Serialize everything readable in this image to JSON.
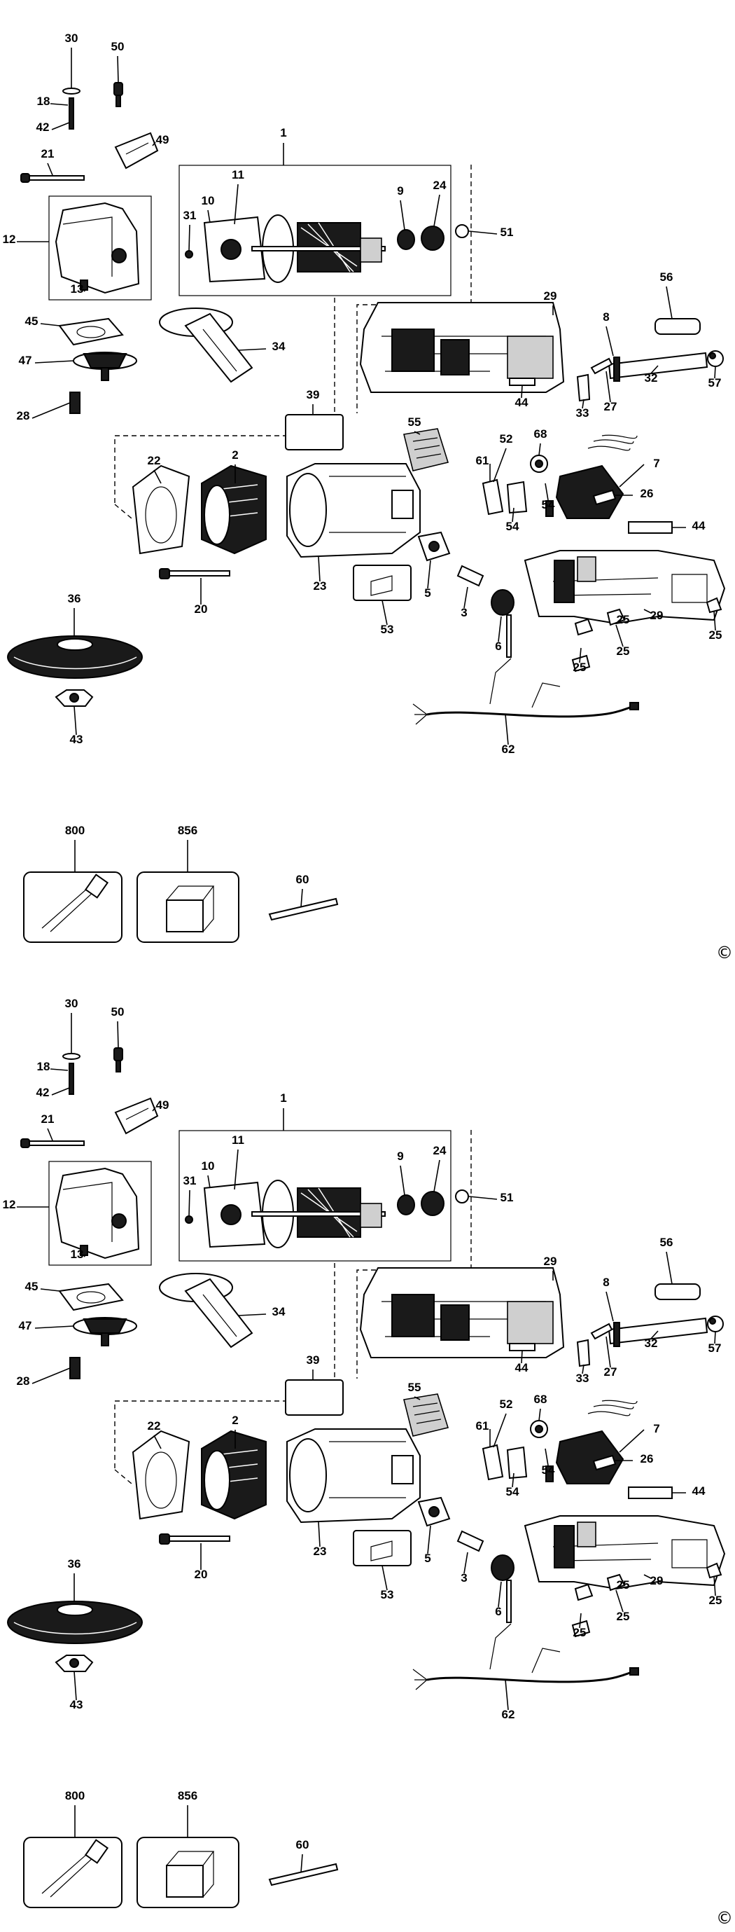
{
  "copyright_symbol": "©",
  "sections": [
    {
      "labels": [
        "1",
        "2",
        "3",
        "5",
        "6",
        "7",
        "8",
        "9",
        "10",
        "11",
        "12",
        "13",
        "18",
        "20",
        "21",
        "22",
        "23",
        "24",
        "25",
        "25",
        "25",
        "25",
        "26",
        "27",
        "28",
        "29",
        "29",
        "30",
        "31",
        "32",
        "33",
        "34",
        "36",
        "39",
        "42",
        "43",
        "44",
        "44",
        "45",
        "47",
        "49",
        "50",
        "51",
        "52",
        "53",
        "54",
        "54",
        "55",
        "56",
        "57",
        "60",
        "61",
        "62",
        "68",
        "800",
        "856"
      ]
    },
    {
      "labels": [
        "1",
        "2",
        "3",
        "5",
        "6",
        "7",
        "8",
        "9",
        "10",
        "11",
        "12",
        "13",
        "18",
        "20",
        "21",
        "22",
        "23",
        "24",
        "25",
        "25",
        "25",
        "25",
        "26",
        "27",
        "28",
        "29",
        "29",
        "30",
        "31",
        "32",
        "33",
        "34",
        "36",
        "39",
        "42",
        "43",
        "44",
        "44",
        "45",
        "47",
        "49",
        "50",
        "51",
        "52",
        "53",
        "54",
        "54",
        "55",
        "56",
        "57",
        "60",
        "61",
        "62",
        "68",
        "800",
        "856"
      ]
    }
  ]
}
